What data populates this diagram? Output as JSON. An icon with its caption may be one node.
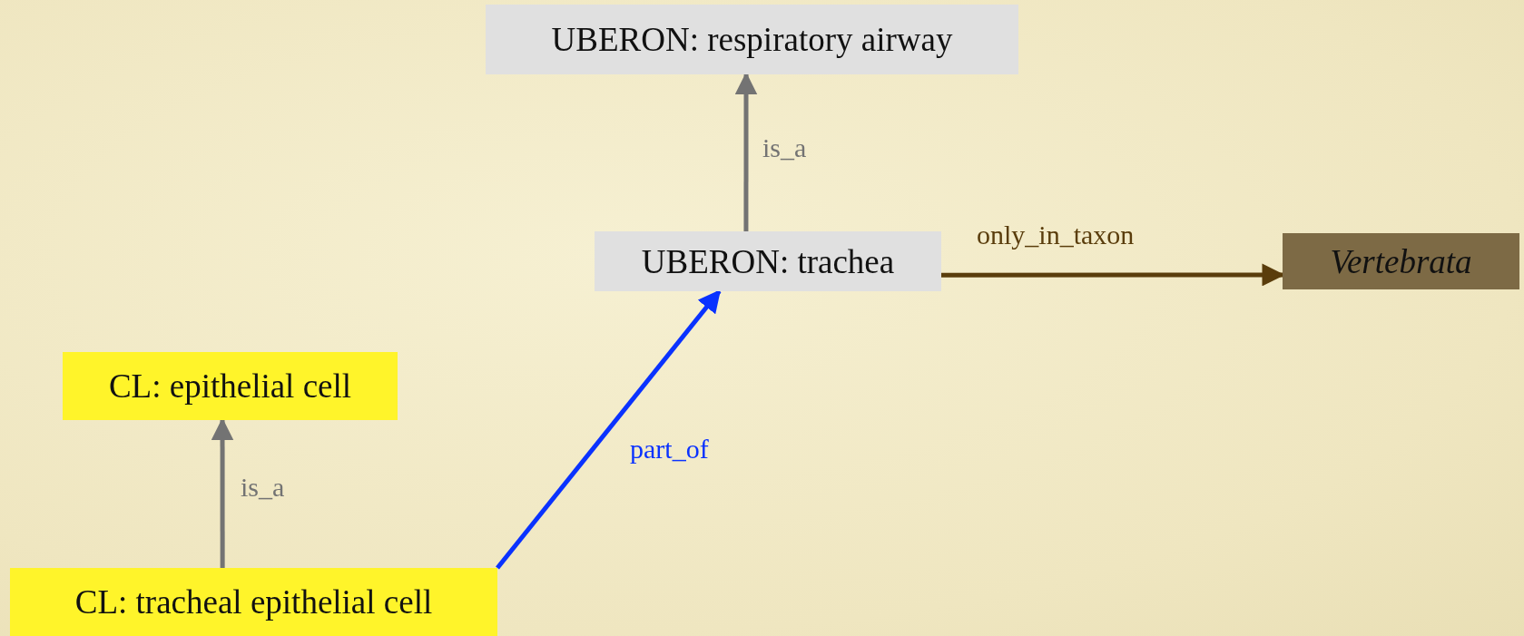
{
  "diagram": {
    "nodes": [
      {
        "text": [
          "UBERON: respiratory airway"
        ]
      },
      {
        "text": [
          "UBERON: trachea"
        ]
      },
      {
        "text": [
          "Vertebrata"
        ]
      },
      {
        "text": [
          "CL: epithelial cell"
        ]
      },
      {
        "text": [
          "CL: tracheal epithelial cell"
        ]
      }
    ],
    "edges": [
      {
        "from": 1,
        "to": 0,
        "arrow": "to",
        "label": "is_a"
      },
      {
        "from": 1,
        "to": 2,
        "arrow": "to",
        "label": "only_in_taxon",
        "color": "#5a3d0c"
      },
      {
        "from": 4,
        "to": 1,
        "arrow": "to",
        "label": "part_of",
        "color": "#0a32ff"
      },
      {
        "from": 4,
        "to": 3,
        "arrow": "to",
        "label": "is_a"
      }
    ]
  }
}
